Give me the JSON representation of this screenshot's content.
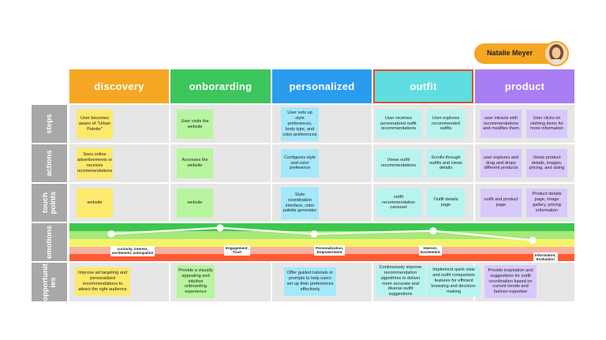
{
  "persona": {
    "name": "Natalie Meyer"
  },
  "colors": {
    "discovery": "#f5a623",
    "onborarding": "#3cc65d",
    "personalized": "#2a9cee",
    "outfit": "#5fdde0",
    "product": "#a97df3",
    "highlight": "#d9532f"
  },
  "stages": [
    "discovery",
    "onborarding",
    "personalized",
    "outfit",
    "product"
  ],
  "rows": [
    "steps",
    "actions",
    "touch points",
    "emotions",
    "opportunities"
  ],
  "row_labels": {
    "steps": "steps",
    "actions": "actions",
    "touch_a": "touch",
    "touch_b": "points",
    "emotions": "emotions",
    "opp_a": "opportunit",
    "opp_b": "ies"
  },
  "steps": {
    "discovery": "User becomes aware of \"Urban Palette\"",
    "onborarding": "User visits the website",
    "personalized": "User sets up style preferences, body type, and color preferences",
    "outfit_1": "User receives personalized outfit recommendations",
    "outfit_2": "User explores recommended outfits",
    "product_1": "user intracts with recommendations and modifies them",
    "product_2": "User clicks on clothing items for more information"
  },
  "actions": {
    "discovery": "Sees online advertisements or receives recommendations",
    "onborarding": "Accesses the website",
    "personalized": "Configures style and color preference",
    "outfit_1": "Views outfit recommendations",
    "outfit_2": "Scrolls through outfits and views details",
    "product_1": "user explores and drag and drops different products",
    "product_2": "Views product details, images, pricing, and sizing"
  },
  "touch_points": {
    "discovery": "website",
    "onborarding": "website",
    "personalized": "Style coordination interface, color palette generator",
    "outfit_1": "outfit recommendation carousel",
    "outfit_2": "Outfit details page",
    "product_1": "outfit and product page",
    "product_2": "Product details page, image gallery, pricing information"
  },
  "emotions": {
    "bands": [
      "#3dc74f",
      "#a7e879",
      "#f3f36a",
      "#f7b0a2",
      "#ff5a33"
    ],
    "line_color": "#ffffff",
    "points": [
      {
        "stage": "discovery",
        "level": 0.72,
        "label_1": "curiosity, interest,",
        "label_2": "excitement, anticipation"
      },
      {
        "stage": "onborarding",
        "level": 0.88,
        "label_1": "Engagement,",
        "label_2": "Trust"
      },
      {
        "stage": "personalized",
        "level": 0.72,
        "label_1": "Personalization,",
        "label_2": "Empowerment"
      },
      {
        "stage": "outfit",
        "level": 0.8,
        "label_1": "Interest,",
        "label_2": "Excitement"
      },
      {
        "stage": "product",
        "level": 0.55,
        "label_1": "Information,",
        "label_2": "Evaluation"
      }
    ]
  },
  "opportunities": {
    "discovery": "Improve ad targeting and personalized recommendations to attract the right audience",
    "onborarding": "Provide a visually appealing and intuitive onboarding experience",
    "personalized": "Offer guided tutorials or prompts to help users set up their preferences effectively",
    "outfit_1": "Continuously improve recommendation algorithms to deliver more accurate and diverse outfit suggestions",
    "outfit_2": "Implement quick view and outfit comparison features for efficient browsing and decision-making",
    "product": "Provide inspiration and suggestions for outfit coordination based on current trends and fashion expertise"
  }
}
